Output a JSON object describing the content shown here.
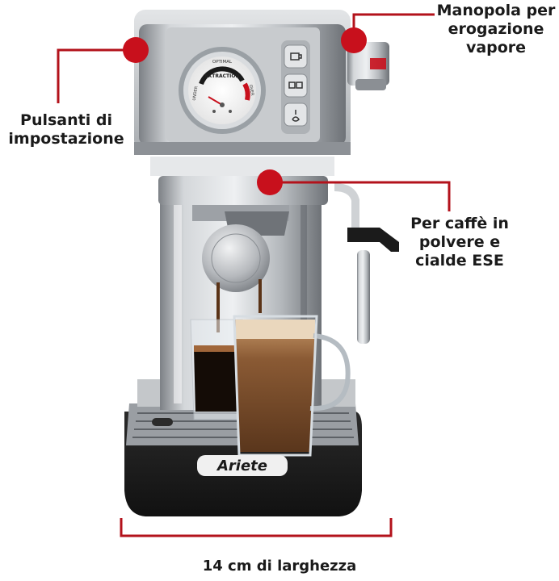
{
  "callouts": {
    "settings_buttons": {
      "line1": "Pulsanti di",
      "line2": "impostazione"
    },
    "steam_knob": {
      "line1": "Manopola per",
      "line2": "erogazione",
      "line3": "vapore"
    },
    "coffee_type": {
      "line1": "Per caffè in",
      "line2": "polvere e",
      "line3": "cialde ESE"
    }
  },
  "dimension": {
    "label": "14 cm di larghezza"
  },
  "gauge": {
    "top": "OPTIMAL",
    "middle": "EXTRACTION",
    "left": "UNDER",
    "right": "OVER"
  },
  "brand": {
    "logo": "Ariete"
  },
  "colors": {
    "accent_red": "#b3121b",
    "dot_red": "#c8101c",
    "steel": "#b9bcbf",
    "black_base": "#1c1c1c"
  }
}
